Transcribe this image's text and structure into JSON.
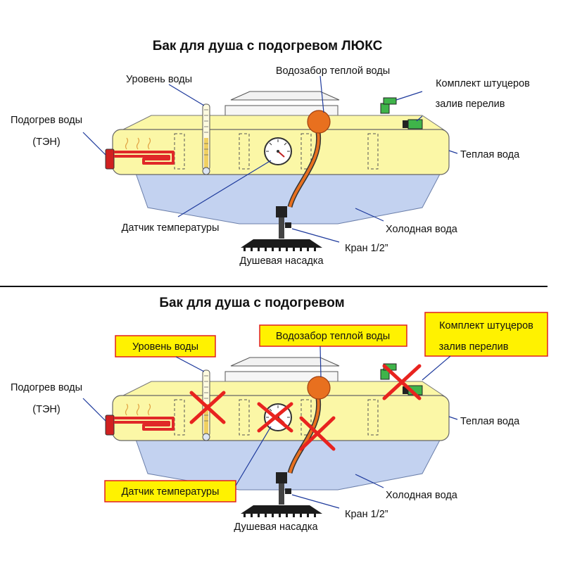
{
  "diagram_top": {
    "title": "Бак для душа с подогревом ЛЮКС",
    "labels": {
      "water_level": "Уровень воды",
      "warm_intake": "Водозабор теплой воды",
      "fittings_line1": "Комплект штуцеров",
      "fittings_line2": "залив перелив",
      "heating_line1": "Подогрев воды",
      "heating_line2": "(ТЭН)",
      "warm_water": "Теплая вода",
      "temp_sensor": "Датчик температуры",
      "cold_water": "Холодная вода",
      "valve": "Кран 1/2”",
      "shower_head": "Душевая насадка"
    }
  },
  "diagram_bottom": {
    "title": "Бак для душа с подогревом",
    "labels": {
      "water_level": "Уровень воды",
      "warm_intake": "Водозабор теплой воды",
      "fittings_line1": "Комплект штуцеров",
      "fittings_line2": "залив перелив",
      "heating_line1": "Подогрев воды",
      "heating_line2": "(ТЭН)",
      "warm_water": "Теплая вода",
      "temp_sensor": "Датчик температуры",
      "cold_water": "Холодная вода",
      "valve": "Кран 1/2”",
      "shower_head": "Душевая насадка"
    },
    "crossed_out": [
      "water_level",
      "temp_sensor",
      "warm_intake",
      "fittings"
    ]
  },
  "colors": {
    "warm_water": "#fbf7a6",
    "cold_water": "#c3d2f0",
    "highlight_box": "#fff200",
    "highlight_border": "#e02020",
    "cross": "#e8231f",
    "float": "#e8701f",
    "heater": "#e02828",
    "fitting": "#3fb44a"
  }
}
